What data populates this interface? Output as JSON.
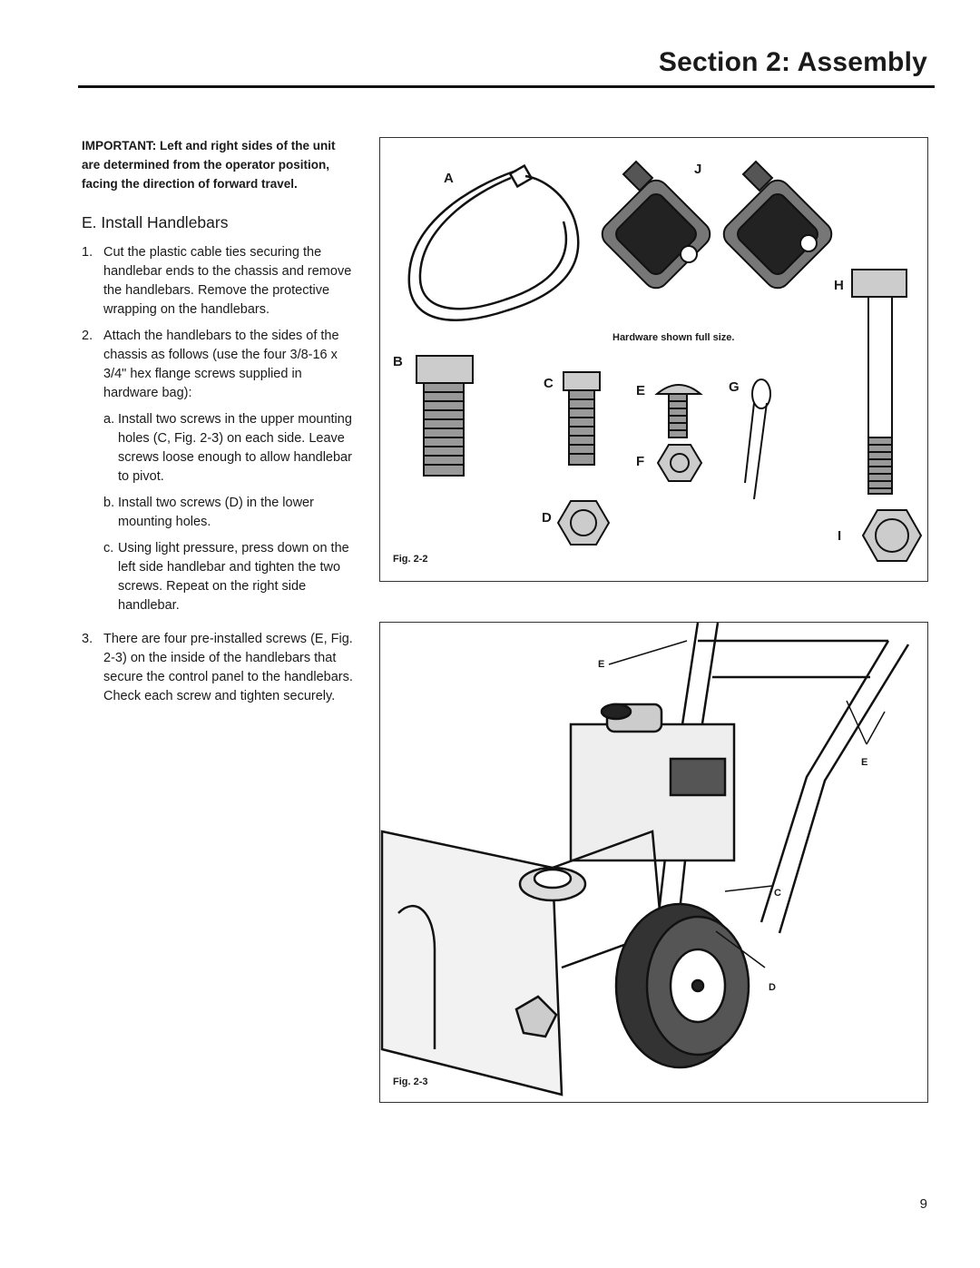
{
  "header": {
    "title": "Section 2:  Assembly"
  },
  "important_note": "IMPORTANT: Left and right sides of the unit are determined from the operator position, facing the direction of forward travel.",
  "section_heading": "E. Install Handlebars",
  "steps": [
    {
      "num": "1.",
      "text": "Cut the plastic cable ties securing the handlebar ends to the chassis and remove the handlebars. Remove the protective wrapping on the handlebars."
    },
    {
      "num": "2.",
      "text": "Attach the handlebars to the sides of the chassis as follows (use the four 3/8-16 x 3/4\" hex flange screws supplied in hardware bag):",
      "substeps": [
        {
          "letter": "a.",
          "text": "Install two screws in the upper mounting holes (C, Fig. 2-3) on each side.  Leave screws loose enough to allow handlebar to pivot."
        },
        {
          "letter": "b.",
          "text": "Install two screws (D) in the lower mounting holes."
        },
        {
          "letter": "c.",
          "text": "Using light pressure, press down on the left side handlebar and tighten the two screws.  Repeat on the right side handlebar."
        }
      ]
    },
    {
      "num": "3.",
      "text": "There are four pre-installed screws (E, Fig. 2-3) on the inside of the handlebars that secure the control panel to the handlebars. Check each screw and tighten securely."
    }
  ],
  "fig22": {
    "caption": "Fig.  2-2",
    "note": "Hardware shown full size.",
    "labels": {
      "a": "A",
      "j": "J",
      "h": "H",
      "b": "B",
      "c": "C",
      "e": "E",
      "g": "G",
      "f": "F",
      "d": "D",
      "i": "I"
    }
  },
  "fig23": {
    "caption": "Fig.  2-3",
    "labels": {
      "e_top": "E",
      "e_right": "E",
      "c": "C",
      "d": "D"
    }
  },
  "page_number": "9"
}
